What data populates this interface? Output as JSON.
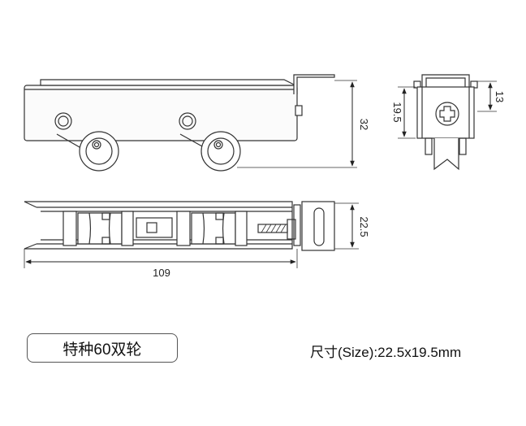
{
  "dimensions": {
    "height_side": "32",
    "length_top": "109",
    "width_top": "22.5",
    "end_height": "19.5",
    "end_small": "13"
  },
  "product": {
    "name": "特种60双轮",
    "size_label": "尺寸(Size):22.5x19.5mm"
  }
}
